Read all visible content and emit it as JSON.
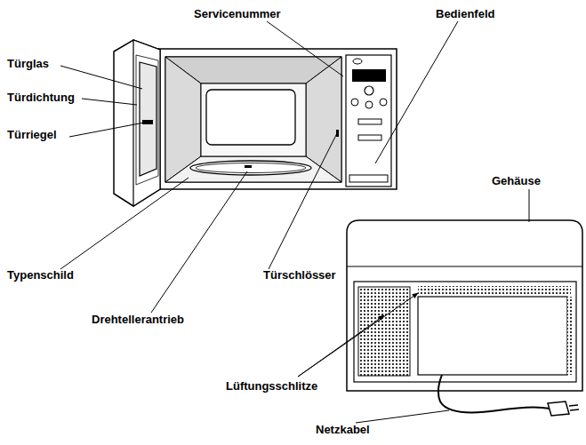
{
  "diagram": {
    "labels": [
      "Servicenummer",
      "Bedienfeld",
      "Türglas",
      "Türdichtung",
      "Türriegel",
      "Gehäuse",
      "Typenschild",
      "Türschlösser",
      "Drehtellerantrieb",
      "Lüftungsschlitze",
      "Netzkabel"
    ]
  }
}
